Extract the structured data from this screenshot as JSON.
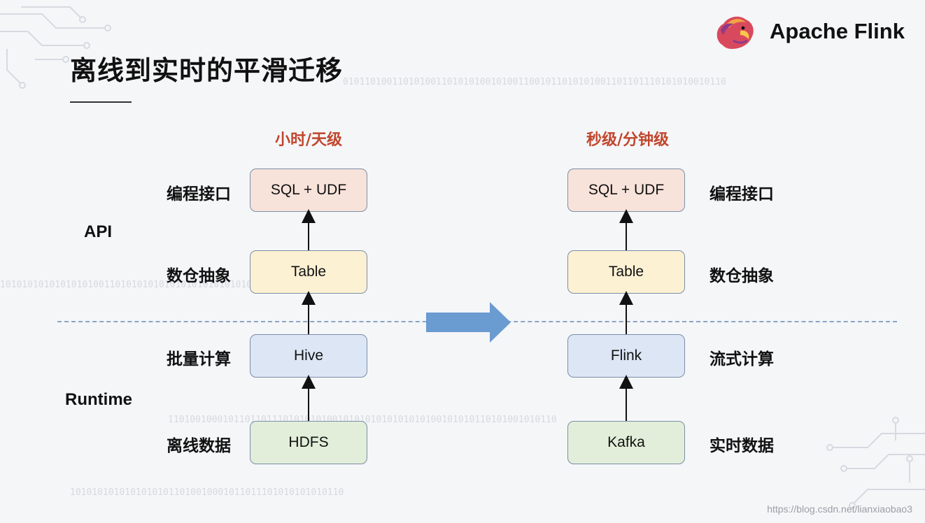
{
  "slide": {
    "title": "离线到实时的平滑迁移",
    "brand": {
      "name": "Apache Flink",
      "icon": "flink-squirrel-icon"
    },
    "layers": {
      "api": "API",
      "runtime": "Runtime"
    },
    "offline": {
      "header": "小时/天级",
      "sql_box": "SQL + UDF",
      "table_box": "Table",
      "runtime_box": "Hive",
      "data_box": "HDFS",
      "labels": {
        "interface": "编程接口",
        "abstraction": "数仓抽象",
        "compute": "批量计算",
        "data": "离线数据"
      }
    },
    "realtime": {
      "header": "秒级/分钟级",
      "sql_box": "SQL + UDF",
      "table_box": "Table",
      "runtime_box": "Flink",
      "data_box": "Kafka",
      "labels": {
        "interface": "编程接口",
        "abstraction": "数仓抽象",
        "compute": "流式计算",
        "data": "实时数据"
      }
    },
    "watermark": "https://blog.csdn.net/lianxiaobao3",
    "colors": {
      "header_text": "#c0462d",
      "migration_arrow": "#6a9bd1",
      "divider": "#8aa4c8",
      "box_border": "#7b8ea8"
    }
  }
}
